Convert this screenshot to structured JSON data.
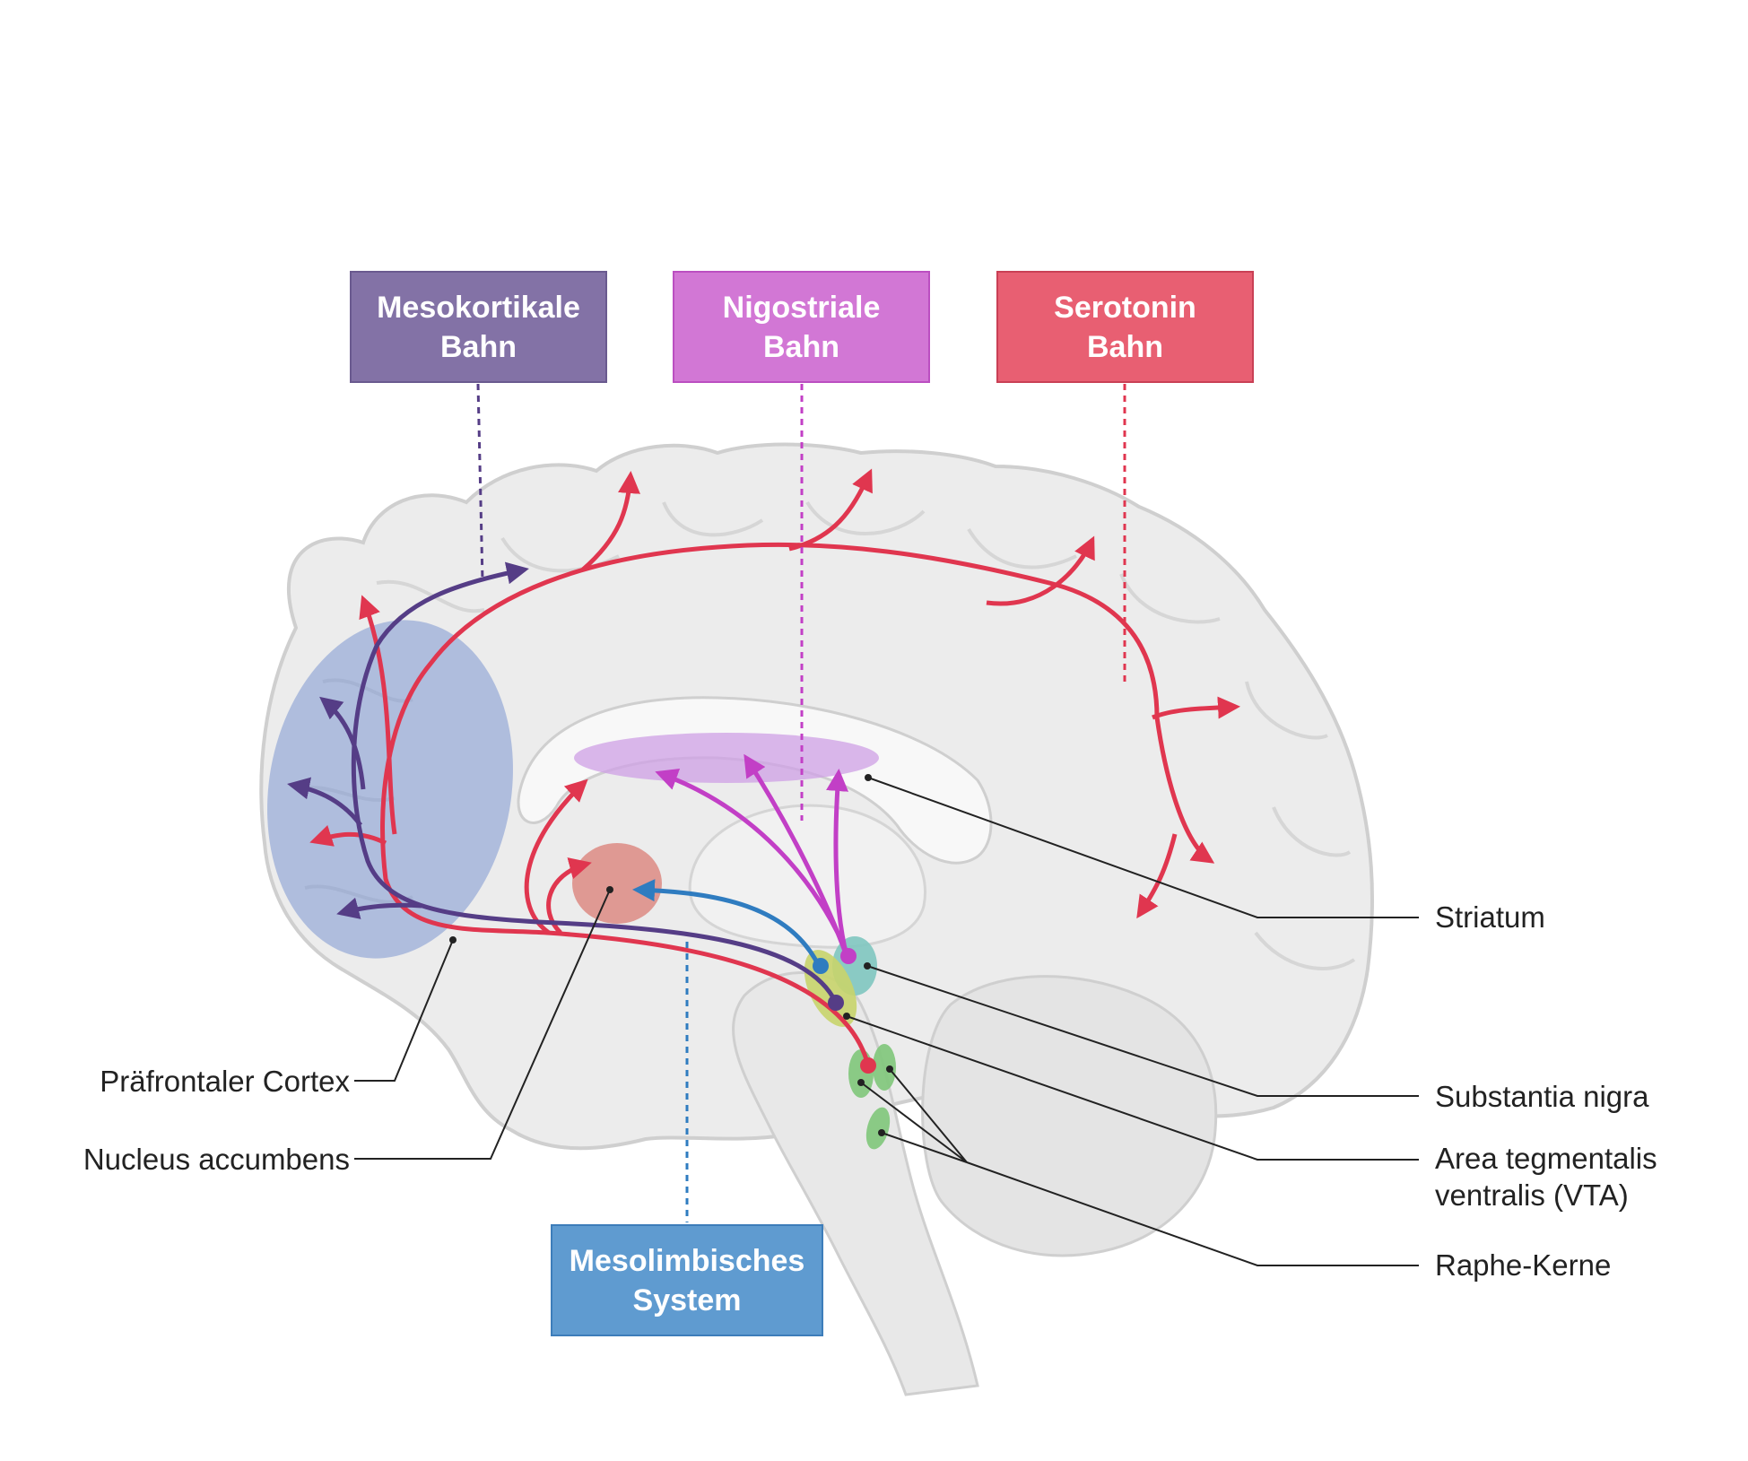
{
  "boxes": {
    "mesocortical": "Mesokortikale\nBahn",
    "nigrostriatal": "Nigostriale\nBahn",
    "serotonin": "Serotonin\nBahn",
    "mesolimbic": "Mesolimbisches\nSystem"
  },
  "labels": {
    "striatum": "Striatum",
    "substantia_nigra": "Substantia nigra",
    "vta": "Area tegmentalis\nventralis (VTA)",
    "raphe": "Raphe-Kerne",
    "prefrontal_cortex": "Präfrontaler Cortex",
    "nucleus_accumbens": "Nucleus accumbens"
  },
  "colors": {
    "mesocortical": "#553d86",
    "nigrostriatal": "#c23fc6",
    "serotonin": "#e0364f",
    "mesolimbic": "#2f7cc0",
    "brain_fill": "#ececec",
    "brain_outline": "#cfcfcf",
    "prefrontal_region": "#7d97d1",
    "striatum_region": "#cfa0e6",
    "accumbens_region": "#dd8b84",
    "substantia_nigra_region": "#7fc6c0",
    "vta_region": "#c8d46c",
    "raphe_region": "#7fc77a"
  }
}
